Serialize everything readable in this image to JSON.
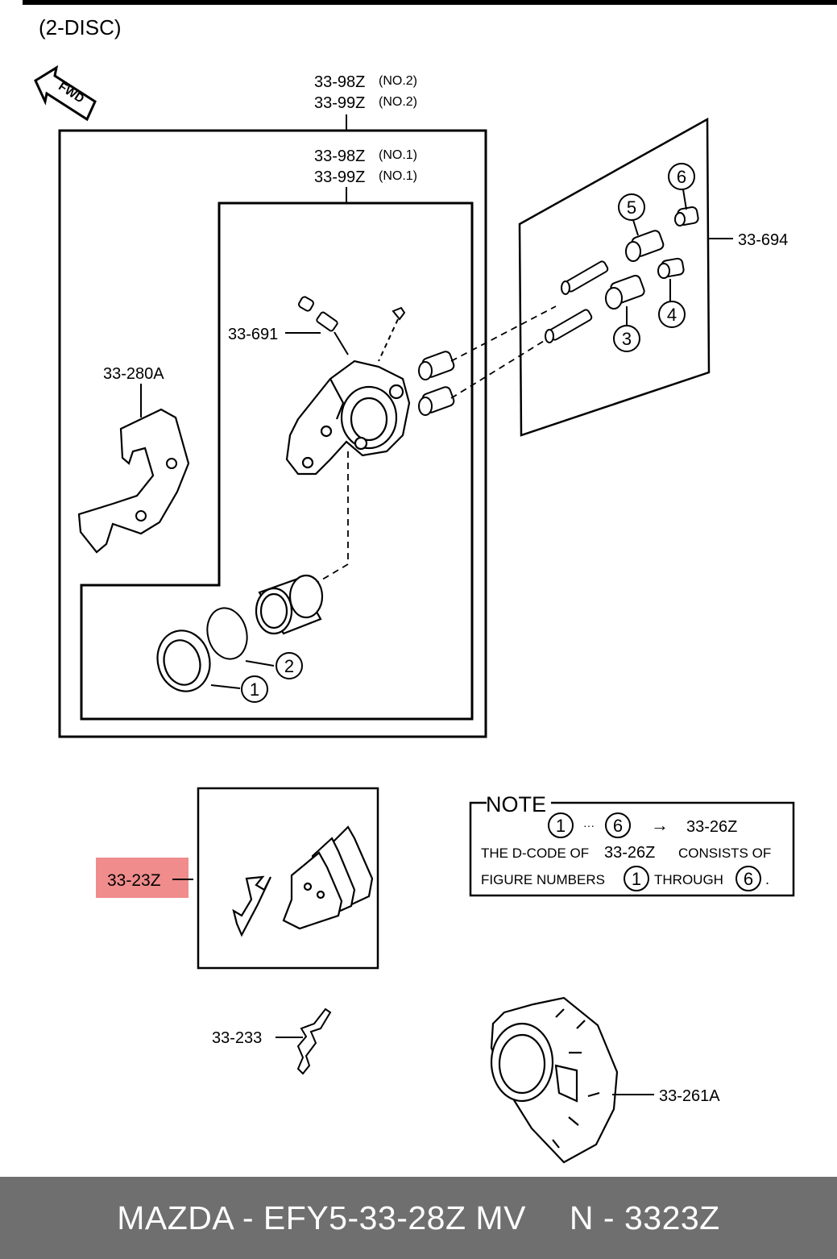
{
  "diagram": {
    "section_title": "(2-DISC)",
    "fwd_label": "FWD",
    "outer_box_label_1": "33-98Z",
    "outer_box_label_1_qual": "(NO.2)",
    "outer_box_label_2": "33-99Z",
    "outer_box_label_2_qual": "(NO.2)",
    "inner_box_label_1": "33-98Z",
    "inner_box_label_1_qual": "(NO.1)",
    "inner_box_label_2": "33-99Z",
    "inner_box_label_2_qual": "(NO.1)",
    "part_33_691": "33-691",
    "part_33_280a": "33-280A",
    "part_33_694": "33-694",
    "part_33_23z": "33-23Z",
    "part_33_233": "33-233",
    "part_33_261a": "33-261A",
    "callouts": [
      "1",
      "2",
      "3",
      "4",
      "5",
      "6"
    ],
    "highlight_color": "#f08c8c"
  },
  "note": {
    "title": "NOTE",
    "range_start": "1",
    "range_dots": "···",
    "range_end": "6",
    "arrow": "→",
    "range_target": "33-26Z",
    "line2_prefix": "THE D-CODE OF",
    "line2_code": "33-26Z",
    "line2_suffix": "CONSISTS OF",
    "line3_prefix": "FIGURE NUMBERS",
    "line3_start": "1",
    "line3_mid": "THROUGH",
    "line3_end": "6",
    "line3_period": "."
  },
  "footer": {
    "left": "MAZDA - EFY5-33-28Z MV",
    "right": "N - 3323Z"
  }
}
